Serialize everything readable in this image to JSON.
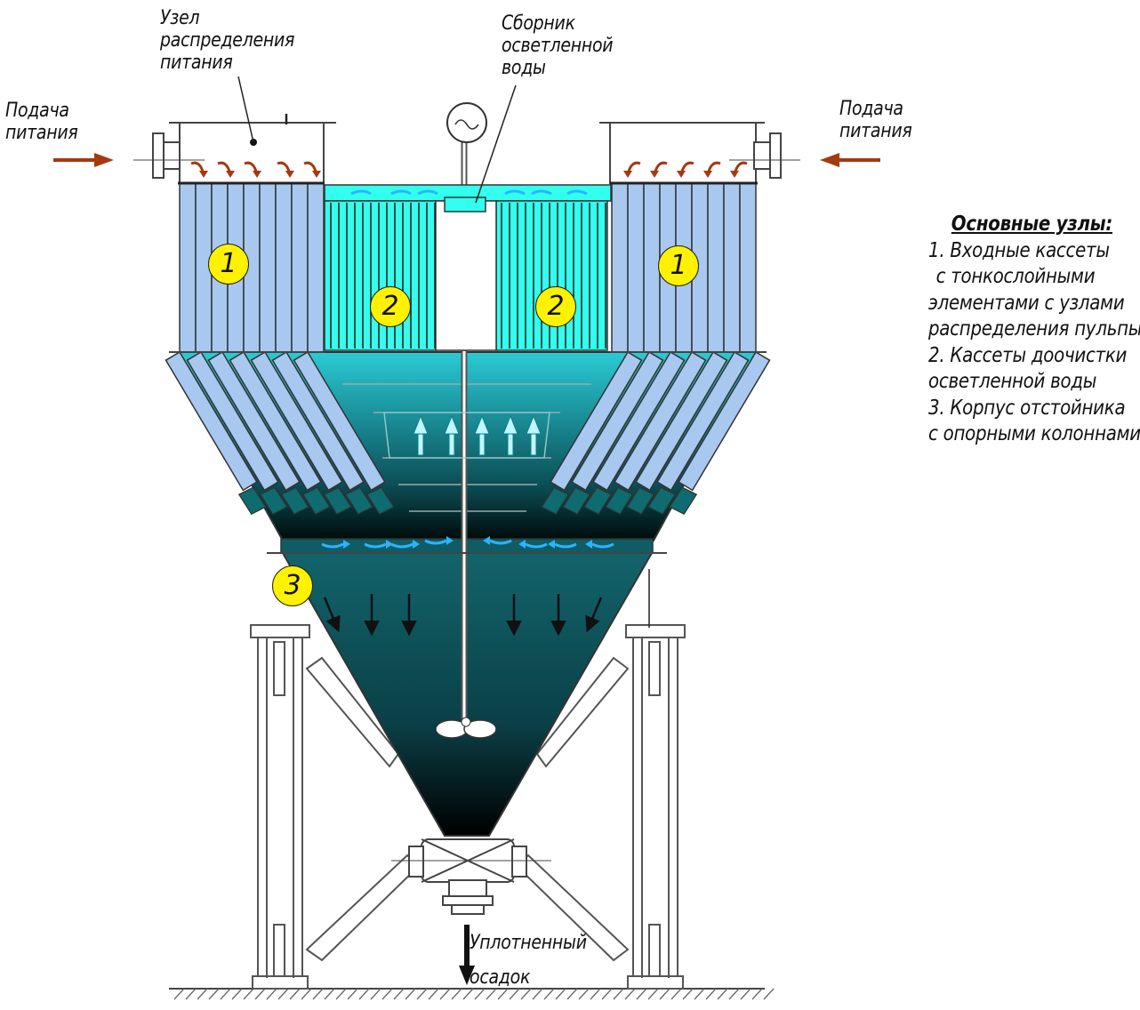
{
  "labels": {
    "feed_left": [
      "Подача",
      "питания"
    ],
    "feed_right": [
      "Подача",
      "питания"
    ],
    "distribution_node": [
      "Узел",
      "распределения",
      "питания"
    ],
    "clarified_collector": [
      "Сборник",
      "осветленной",
      "воды"
    ],
    "sludge": [
      "Уплотненный",
      "осадок"
    ]
  },
  "legend": {
    "title": "Основные узлы:",
    "lines": [
      "1. Входные кассеты",
      "с тонкослойными",
      "элементами с узлами",
      "распределения пульпы",
      "2. Кассеты доочистки",
      "осветленной воды",
      "3. Корпус отстойника",
      "с опорными колоннами"
    ]
  },
  "badges": {
    "one_left": "1",
    "one_right": "1",
    "two_left": "2",
    "two_right": "2",
    "three": "3"
  },
  "colors": {
    "inlet_cassette": "#a8c8f0",
    "clarification_cassette": "#33ffee",
    "clarified_water_top": "#22c8d2",
    "slurry_dark": "#001a1a",
    "badge": "#fff200",
    "feed_arrow": "#a33a10",
    "flow_arrow": "#2ab4ff",
    "outline": "#333333"
  }
}
